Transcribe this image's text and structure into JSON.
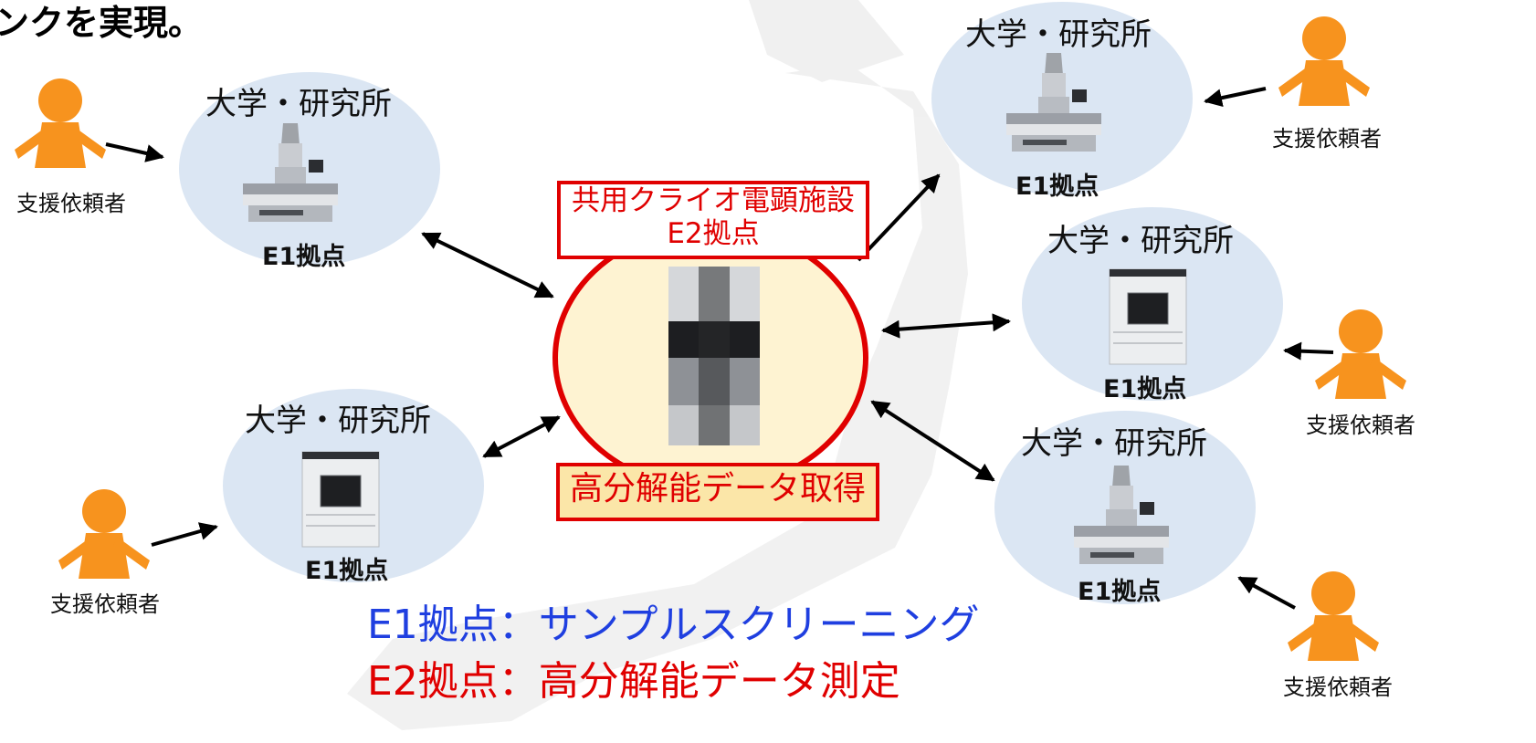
{
  "headline": "ンクを実現。",
  "colors": {
    "node_fill": "#dbe6f3",
    "center_fill": "#fef3d2",
    "center_border": "#e00000",
    "person": "#f7931e",
    "legend_e1": "#1f3fe0",
    "legend_e2": "#e00000"
  },
  "center": {
    "title_line1": "共用クライオ電顕施設",
    "title_line2": "E2拠点",
    "footer": "高分解能データ取得"
  },
  "sites": [
    {
      "title": "大学・研究所",
      "label": "E1拠点",
      "instrument": "microscope-icon"
    },
    {
      "title": "大学・研究所",
      "label": "E1拠点",
      "instrument": "cabinet-microscope-icon"
    },
    {
      "title": "大学・研究所",
      "label": "E1拠点",
      "instrument": "microscope-icon"
    },
    {
      "title": "大学・研究所",
      "label": "E1拠点",
      "instrument": "cabinet-microscope-icon"
    },
    {
      "title": "大学・研究所",
      "label": "E1拠点",
      "instrument": "microscope-icon"
    }
  ],
  "requesters": [
    {
      "label": "支援依頼者"
    },
    {
      "label": "支援依頼者"
    },
    {
      "label": "支援依頼者"
    },
    {
      "label": "支援依頼者"
    },
    {
      "label": "支援依頼者"
    }
  ],
  "legend": {
    "e1": "E1拠点：サンプルスクリーニング",
    "e2": "E2拠点：高分解能データ測定"
  }
}
